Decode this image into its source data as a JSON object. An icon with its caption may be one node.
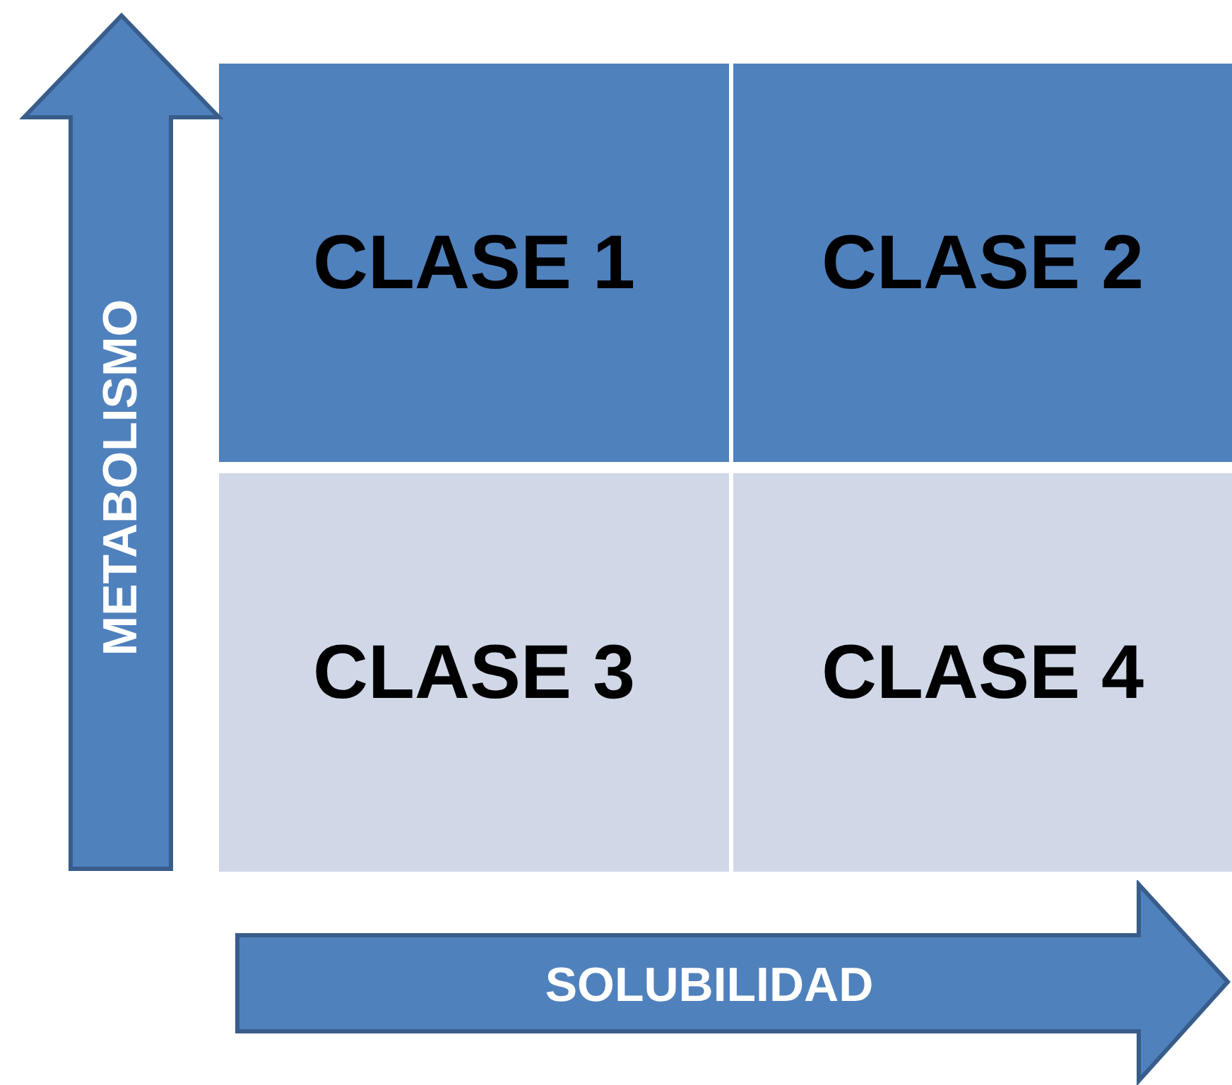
{
  "diagram": {
    "nodes": [
      {
        "text": [
          "CLASE 1"
        ]
      },
      {
        "text": [
          "CLASE 2"
        ]
      },
      {
        "text": [
          "CLASE 3"
        ]
      },
      {
        "text": [
          "CLASE 4"
        ]
      },
      {
        "text": [
          "METABOLISMO"
        ]
      },
      {
        "text": [
          "SOLUBILIDAD"
        ]
      }
    ]
  }
}
